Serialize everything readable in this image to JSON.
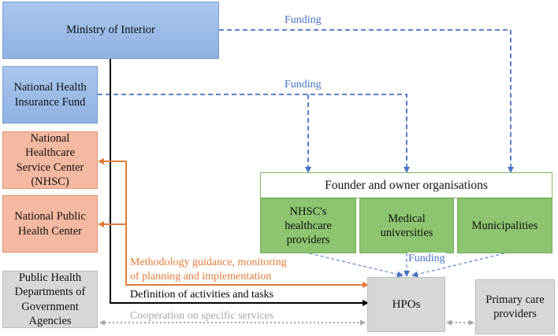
{
  "nodes": {
    "ministry": "Ministry of Interior",
    "nhif": "National Health\nInsurance Fund",
    "nhsc": "National\nHealthcare\nService Center\n(NHSC)",
    "nphc": "National Public\nHealth Center",
    "phd": "Public Health\nDepartments of\nGovernment\nAgencies",
    "founder": "Founder and owner organisations",
    "nhsc_providers": "NHSC's\nhealthcare\nproviders",
    "med_univ": "Medical\nuniversities",
    "municipalities": "Municipalities",
    "hpos": "HPOs",
    "primary_care": "Primary care\nproviders"
  },
  "labels": {
    "funding_top": "Funding",
    "funding_mid": "Funding",
    "funding_bottom": "Funding",
    "methodology_1": "Methodology guidance, monitoring",
    "methodology_2": "of planning and implementation",
    "definition": "Definition of activities and tasks",
    "cooperation": "Cooperation on specific services"
  },
  "colors": {
    "funding": "#4472c4",
    "methodology": "#e07b39",
    "definition": "#000000",
    "cooperation": "#a6a6a6"
  }
}
